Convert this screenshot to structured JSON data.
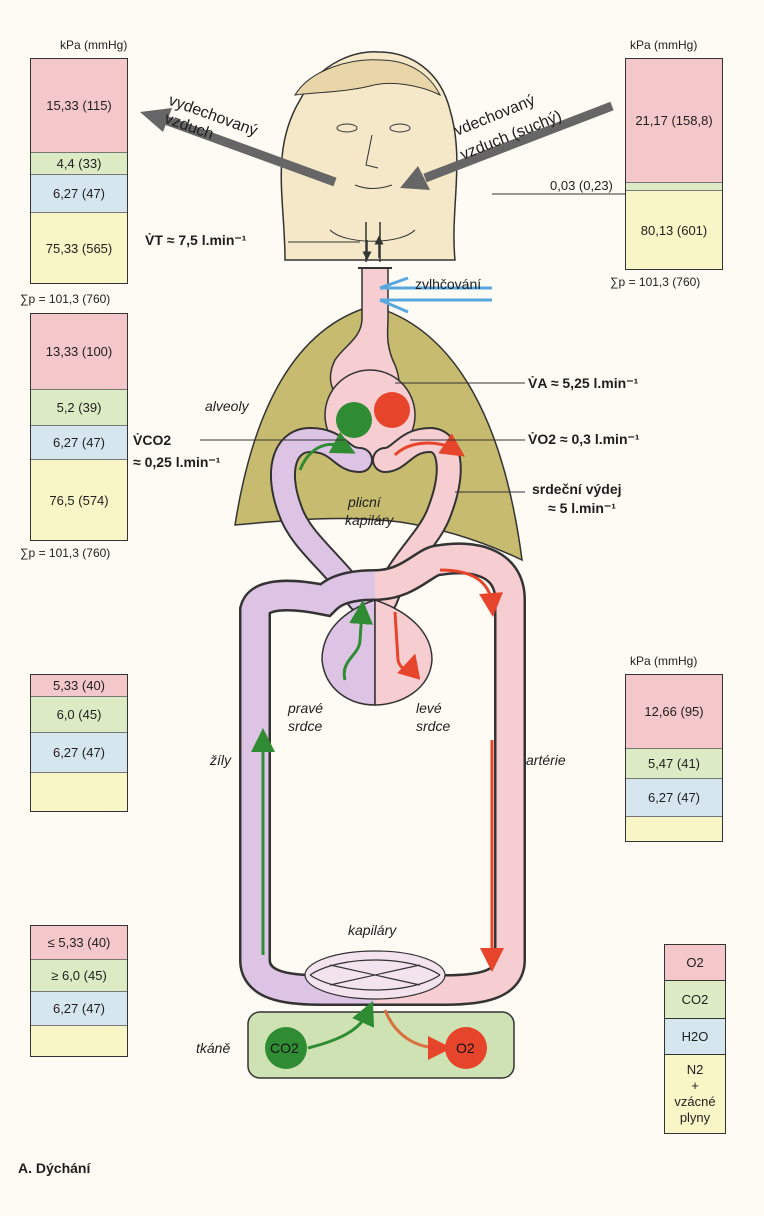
{
  "colors": {
    "o2": "#f4c8cb",
    "co2": "#dcebc4",
    "h2o": "#d6e6ef",
    "n2": "#f8f5c6",
    "lung": "#c7bb6f",
    "vein": "#ddc4e4",
    "artery": "#f6cdd0",
    "green": "#2f8c33",
    "red": "#e6452c",
    "tissue": "#cfe2b3"
  },
  "gauges": {
    "expired": {
      "unit": "kPa (mmHg)",
      "o2": "15,33 (115)",
      "co2": "4,4 (33)",
      "h2o": "6,27 (47)",
      "n2": "75,33 (565)",
      "sum": "∑p = 101,3 (760)"
    },
    "inspired": {
      "unit": "kPa (mmHg)",
      "o2": "21,17 (158,8)",
      "co2": "0,03 (0,23)",
      "n2": "80,13 (601)",
      "sum": "∑p = 101,3 (760)"
    },
    "alveolar": {
      "o2": "13,33 (100)",
      "co2": "5,2 (39)",
      "h2o": "6,27 (47)",
      "n2": "76,5 (574)",
      "sum": "∑p = 101,3 (760)"
    },
    "venous": {
      "o2": "5,33 (40)",
      "co2": "6,0 (45)",
      "h2o": "6,27 (47)"
    },
    "arterial": {
      "unit": "kPa (mmHg)",
      "o2": "12,66 (95)",
      "co2": "5,47 (41)",
      "h2o": "6,27 (47)"
    },
    "tissue": {
      "o2": "≤ 5,33 (40)",
      "co2": "≥ 6,0 (45)",
      "h2o": "6,27 (47)"
    }
  },
  "labels": {
    "exhaled_1": "vydechovaný",
    "exhaled_2": "vzduch",
    "inhaled_1": "vdechovaný",
    "inhaled_2": "vzduch (suchý)",
    "tidal": "V̇T ≈ 7,5 l.min⁻¹",
    "humid": "zvlhčování",
    "alveoly": "alveoly",
    "va": "V̇A ≈ 5,25 l.min⁻¹",
    "vo2": "V̇O2 ≈ 0,3 l.min⁻¹",
    "vco2_1": "V̇CO2",
    "vco2_2": "≈ 0,25 l.min⁻¹",
    "output_1": "srdeční výdej",
    "output_2": "≈ 5 l.min⁻¹",
    "pulm_cap_1": "plicní",
    "pulm_cap_2": "kapiláry",
    "right_heart_1": "pravé",
    "right_heart_2": "srdce",
    "left_heart_1": "levé",
    "left_heart_2": "srdce",
    "veins": "žíly",
    "arteries": "artérie",
    "capillaries": "kapiláry",
    "tissues": "tkáně",
    "co2_ball": "CO2",
    "o2_ball": "O2",
    "caption": "A. Dýchání"
  },
  "legend": {
    "o2": "O2",
    "co2": "CO2",
    "h2o": "H2O",
    "n2_1": "N2",
    "n2_2": "+",
    "n2_3": "vzácné",
    "n2_4": "plyny"
  }
}
